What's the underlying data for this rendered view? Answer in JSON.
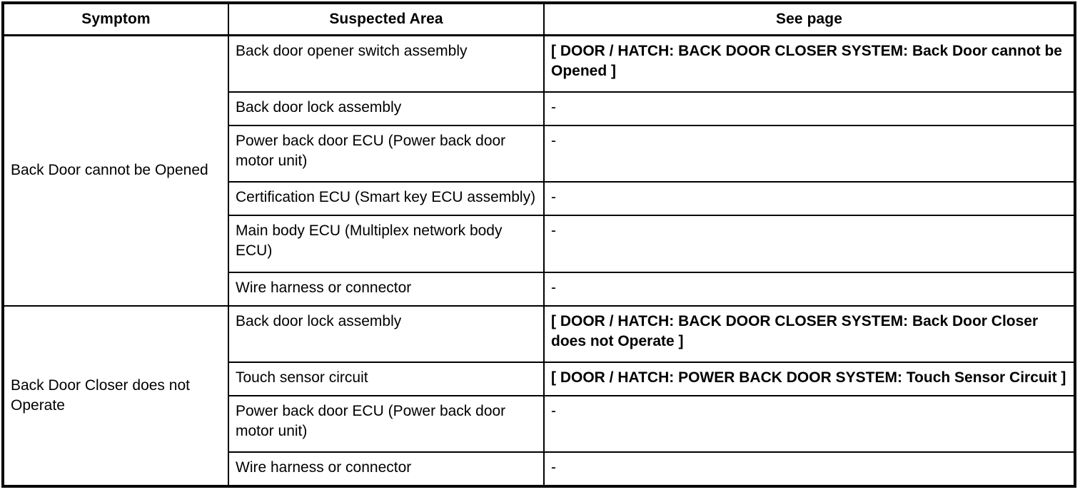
{
  "table": {
    "headers": {
      "symptom": "Symptom",
      "suspected_area": "Suspected Area",
      "see_page": "See page"
    },
    "groups": [
      {
        "symptom": "Back Door cannot be Opened",
        "rows": [
          {
            "suspected_area": "Back door opener switch assembly",
            "see_page": "[ DOOR / HATCH: BACK DOOR CLOSER SYSTEM: Back Door cannot be Opened ]",
            "see_page_is_reference": true
          },
          {
            "suspected_area": "Back door lock assembly",
            "see_page": "-",
            "see_page_is_reference": false
          },
          {
            "suspected_area": "Power back door ECU (Power back door motor unit)",
            "see_page": "-",
            "see_page_is_reference": false
          },
          {
            "suspected_area": "Certification ECU (Smart key ECU assembly)",
            "see_page": "-",
            "see_page_is_reference": false
          },
          {
            "suspected_area": "Main body ECU (Multiplex network body ECU)",
            "see_page": "-",
            "see_page_is_reference": false
          },
          {
            "suspected_area": "Wire harness or connector",
            "see_page": "-",
            "see_page_is_reference": false
          }
        ]
      },
      {
        "symptom": "Back Door Closer does not Operate",
        "rows": [
          {
            "suspected_area": "Back door lock assembly",
            "see_page": "[ DOOR / HATCH: BACK DOOR CLOSER SYSTEM: Back Door Closer does not Operate ]",
            "see_page_is_reference": true
          },
          {
            "suspected_area": "Touch sensor circuit",
            "see_page": "[ DOOR / HATCH: POWER BACK DOOR SYSTEM: Touch Sensor Circuit ]",
            "see_page_is_reference": true
          },
          {
            "suspected_area": "Power back door ECU (Power back door motor unit)",
            "see_page": "-",
            "see_page_is_reference": false
          },
          {
            "suspected_area": "Wire harness or connector",
            "see_page": "-",
            "see_page_is_reference": false
          }
        ]
      }
    ]
  },
  "colors": {
    "rule": "#000000",
    "text": "#000000",
    "background": "#ffffff"
  }
}
